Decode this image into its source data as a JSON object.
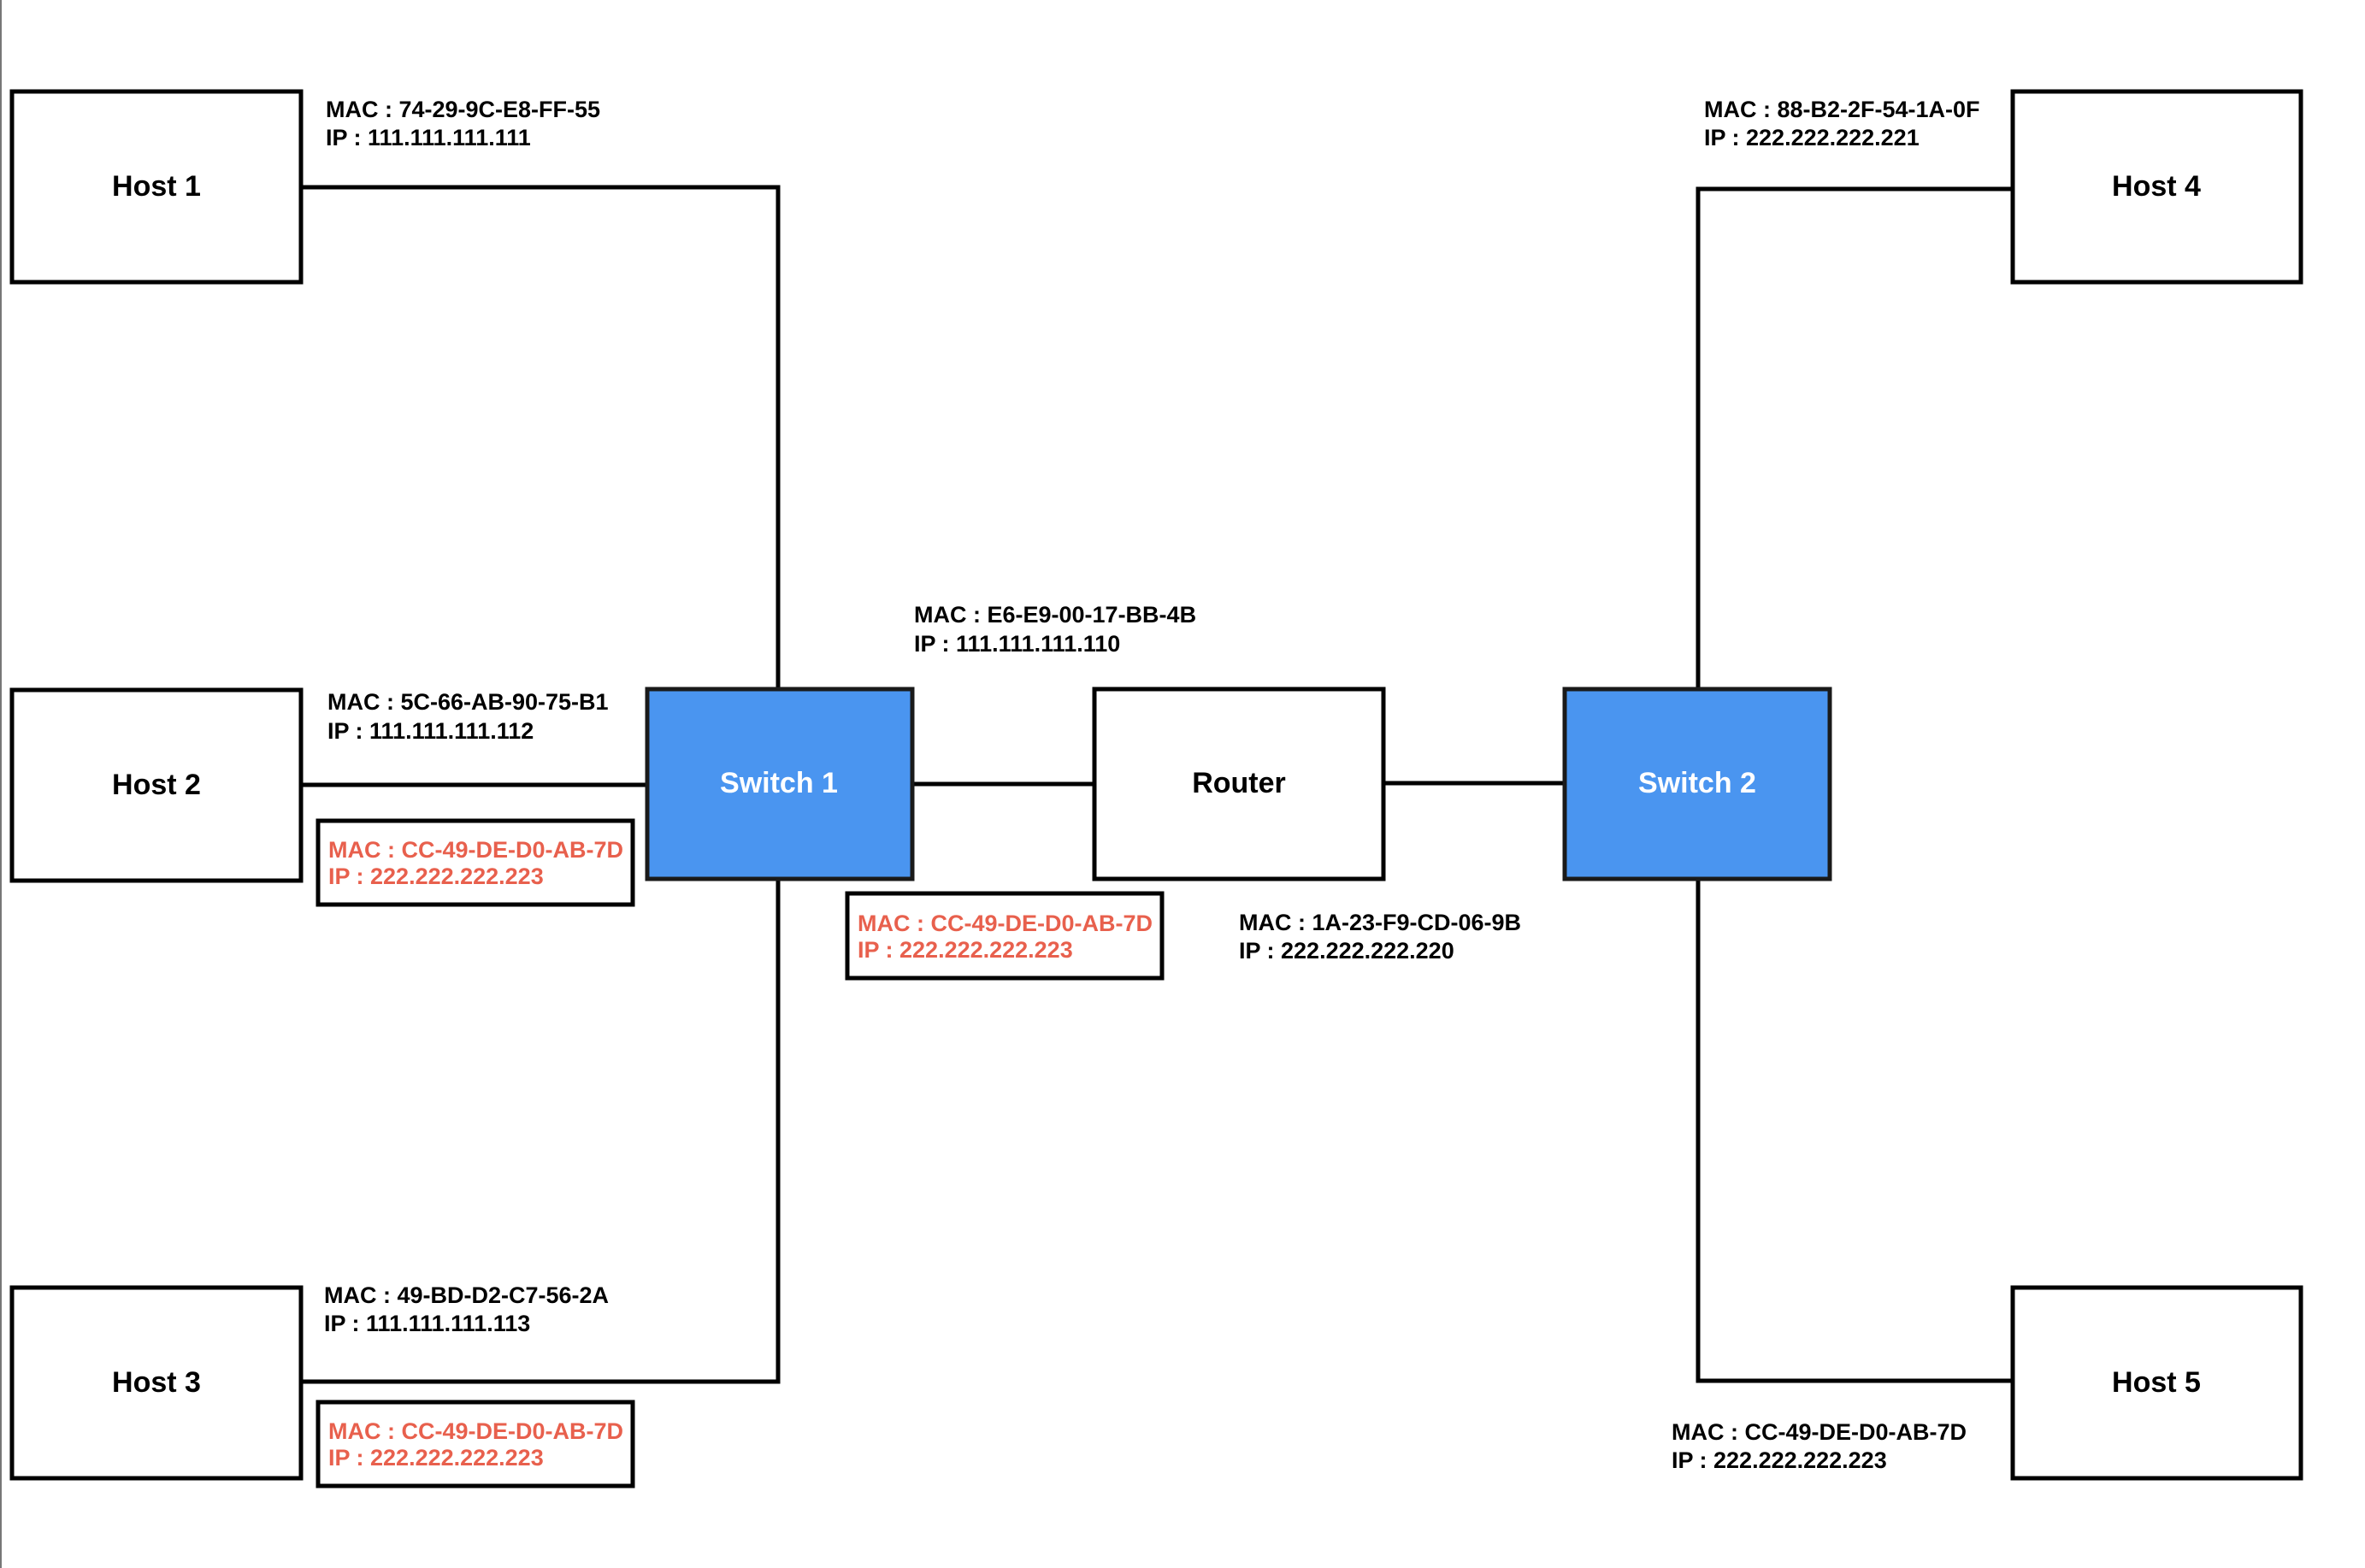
{
  "colors": {
    "switch_fill": "#4a95f0",
    "switch_stroke": "#1a1a1a",
    "switch_text": "#ffffff",
    "node_text": "#000000",
    "alert_text": "#e8604d"
  },
  "nodes": {
    "host1": "Host 1",
    "host2": "Host 2",
    "host3": "Host 3",
    "host4": "Host 4",
    "host5": "Host 5",
    "switch1": "Switch 1",
    "switch2": "Switch 2",
    "router": "Router"
  },
  "labels": {
    "host1": {
      "mac": "MAC : 74-29-9C-E8-FF-55",
      "ip": "IP : 111.111.111.111"
    },
    "host2": {
      "mac": "MAC : 5C-66-AB-90-75-B1",
      "ip": "IP : 111.111.111.112"
    },
    "host3": {
      "mac": "MAC : 49-BD-D2-C7-56-2A",
      "ip": "IP : 111.111.111.113"
    },
    "host4": {
      "mac": "MAC : 88-B2-2F-54-1A-0F",
      "ip": "IP : 222.222.222.221"
    },
    "host5": {
      "mac": "MAC : CC-49-DE-D0-AB-7D",
      "ip": "IP : 222.222.222.223"
    },
    "router_lan": {
      "mac": "MAC : E6-E9-00-17-BB-4B",
      "ip": "IP : 111.111.111.110"
    },
    "router_wan": {
      "mac": "MAC : 1A-23-F9-CD-06-9B",
      "ip": "IP : 222.222.222.220"
    }
  },
  "alerts": {
    "host2": {
      "mac": "MAC : CC-49-DE-D0-AB-7D",
      "ip": "IP : 222.222.222.223"
    },
    "host3": {
      "mac": "MAC : CC-49-DE-D0-AB-7D",
      "ip": "IP : 222.222.222.223"
    },
    "link_switch1_router": {
      "mac": "MAC : CC-49-DE-D0-AB-7D",
      "ip": "IP : 222.222.222.223"
    }
  }
}
